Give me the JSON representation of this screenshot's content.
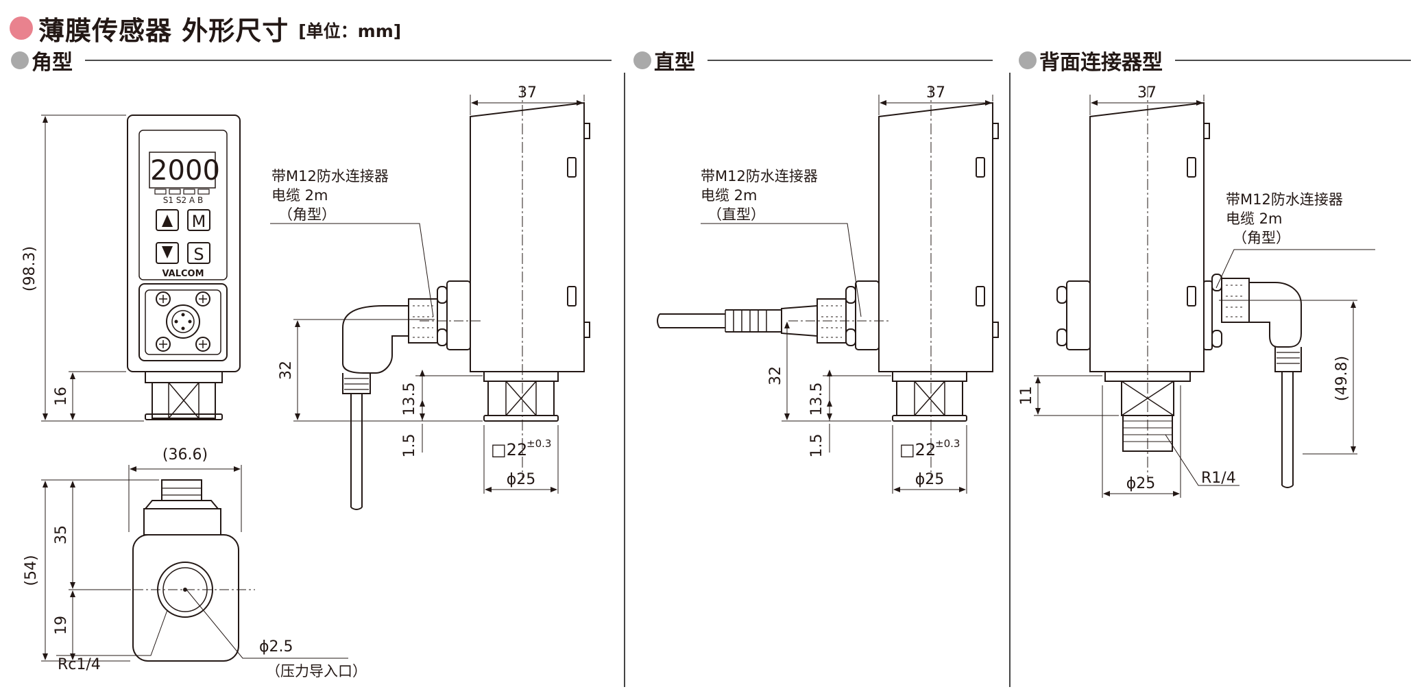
{
  "header": {
    "title": "薄膜传感器 外形尺寸",
    "unit": "[单位：mm]"
  },
  "sections": {
    "angled": "角型",
    "straight": "直型",
    "rear": "背面连接器型"
  },
  "colors": {
    "accent_dot": "#e9828e",
    "section_dot": "#a9a9a9",
    "line": "#231815"
  },
  "device": {
    "display": "2000",
    "indicators": "S1 S2  A  B",
    "key_m": "M",
    "key_s": "S",
    "brand": "VALCOM"
  },
  "callouts": {
    "angled_cable": [
      "带M12防水连接器",
      "电缆 2m",
      "（角型）"
    ],
    "straight_cable": [
      "带M12防水连接器",
      "电缆 2m",
      "（直型）"
    ],
    "rear_cable": [
      "带M12防水连接器",
      "电缆 2m",
      "（角型）"
    ],
    "pressure_inlet": "（压力导入口）"
  },
  "dims": {
    "front_height": "(98.3)",
    "front_port": "16",
    "bottom_width": "(36.6)",
    "bottom_height": "(54)",
    "bottom_upper": "35",
    "bottom_lower": "19",
    "rc_thread": "Rc1/4",
    "hole": "ϕ2.5",
    "a_width": "37",
    "a_cable": "32",
    "a_hex": "13.5",
    "a_flange": "1.5",
    "a_square": "□22",
    "a_tol": "±0.3",
    "a_dia": "ϕ25",
    "s_width": "37",
    "s_cable": "32",
    "s_hex": "13.5",
    "s_flange": "1.5",
    "s_square": "□22",
    "s_tol": "±0.3",
    "s_dia": "ϕ25",
    "r_width": "37",
    "r_port": "11",
    "r_height": "(49.8)",
    "r_dia": "ϕ25",
    "r_thread": "R1/4"
  }
}
